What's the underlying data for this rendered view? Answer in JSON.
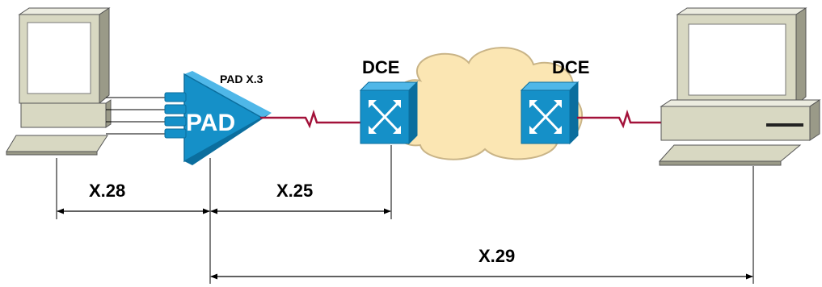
{
  "pad": {
    "label": "PAD",
    "caption": "PAD X.3"
  },
  "dce_left": {
    "label": "DCE"
  },
  "dce_right": {
    "label": "DCE"
  },
  "spans": {
    "x28": "X.28",
    "x25": "X.25",
    "x29": "X.29"
  },
  "colors": {
    "device_blue": "#1590c8",
    "device_blue_dark": "#0b6e9e",
    "cloud_fill": "#fbe6b3",
    "cloud_stroke": "#c9b487",
    "serial_link": "#a3123a",
    "terminal_beige": "#d8d8c2",
    "terminal_dark": "#6f6f5e"
  },
  "icons": [
    "terminal-icon",
    "pad-icon",
    "switch-icon",
    "cloud-icon",
    "workstation-icon"
  ]
}
